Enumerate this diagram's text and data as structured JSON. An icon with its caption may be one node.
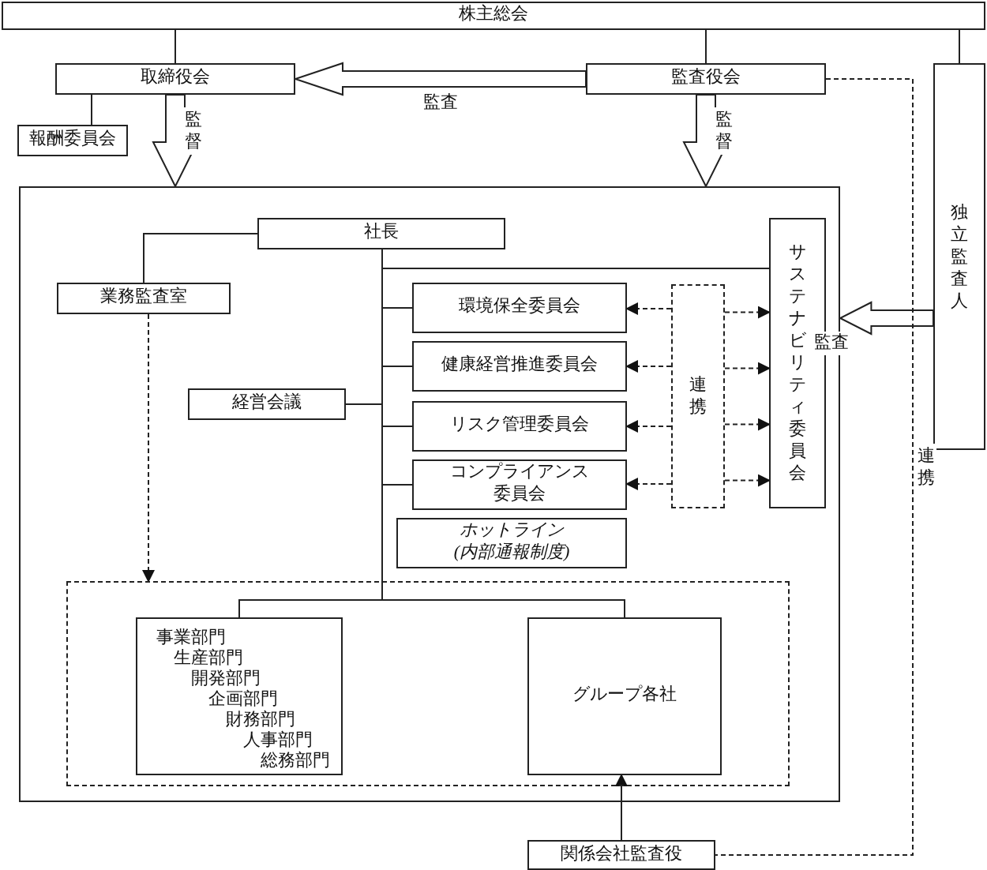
{
  "diagram": {
    "nodes": [
      {
        "text": [
          "株主総会"
        ]
      },
      {
        "text": [
          "取締役会"
        ]
      },
      {
        "text": [
          "監査役会"
        ]
      },
      {
        "text": [
          "報酬委員会"
        ]
      },
      {
        "text": [
          "独立監査人"
        ]
      },
      {
        "text": [],
        "shape": "box"
      },
      {
        "text": [
          "社長"
        ],
        "in": 5
      },
      {
        "text": [
          "業務監査室"
        ],
        "in": 5
      },
      {
        "text": [
          "経営会議"
        ],
        "in": 5
      },
      {
        "text": [
          "環境保全委員会"
        ],
        "in": 5
      },
      {
        "text": [
          "健康経営推進委員会"
        ],
        "in": 5
      },
      {
        "text": [
          "リスク管理委員会"
        ],
        "in": 5
      },
      {
        "text": [
          "コンプライアンス委員会"
        ],
        "in": 5
      },
      {
        "text": [
          "ホットライン(内部通報制度)"
        ],
        "in": 5
      },
      {
        "text": [
          "連携"
        ],
        "in": 5
      },
      {
        "text": [
          "サステナビリティ委員会"
        ],
        "in": 5
      },
      {
        "text": [],
        "shape": "box",
        "in": 5
      },
      {
        "text": [
          "事業部門",
          "生産部門",
          "開発部門",
          "企画部門",
          "財務部門",
          "人事部門",
          "総務部門"
        ],
        "in": 16
      },
      {
        "text": [
          "グループ各社"
        ],
        "in": 16
      },
      {
        "text": [
          "関係会社監査役"
        ]
      }
    ],
    "edges": [
      {
        "from": 0,
        "to": 1,
        "arrow": "none"
      },
      {
        "from": 0,
        "to": 2,
        "arrow": "none"
      },
      {
        "from": 0,
        "to": 4,
        "arrow": "none"
      },
      {
        "from": 2,
        "to": 1,
        "arrow": "to",
        "label": "監査",
        "style": "thick"
      },
      {
        "from": 1,
        "to": 3,
        "arrow": "none"
      },
      {
        "from": 1,
        "to": 5,
        "arrow": "to",
        "label": "監督",
        "style": "thick"
      },
      {
        "from": 2,
        "to": 5,
        "arrow": "to",
        "label": "監督",
        "style": "thick"
      },
      {
        "from": 4,
        "to": 5,
        "arrow": "to",
        "label": "監査",
        "style": "thick"
      },
      {
        "from": 2,
        "to": 19,
        "arrow": "none",
        "label": "連携",
        "style": "dashed"
      },
      {
        "from": 6,
        "to": 7,
        "arrow": "none"
      },
      {
        "from": 6,
        "to": 15,
        "arrow": "none"
      },
      {
        "from": 6,
        "to": 9,
        "arrow": "none"
      },
      {
        "from": 6,
        "to": 10,
        "arrow": "none"
      },
      {
        "from": 6,
        "to": 8,
        "arrow": "none"
      },
      {
        "from": 6,
        "to": 11,
        "arrow": "none"
      },
      {
        "from": 6,
        "to": 12,
        "arrow": "none"
      },
      {
        "from": 6,
        "to": 17,
        "arrow": "none"
      },
      {
        "from": 6,
        "to": 18,
        "arrow": "none"
      },
      {
        "from": 14,
        "to": 9,
        "arrow": "to",
        "style": "dashed"
      },
      {
        "from": 14,
        "to": 10,
        "arrow": "to",
        "style": "dashed"
      },
      {
        "from": 14,
        "to": 11,
        "arrow": "to",
        "style": "dashed"
      },
      {
        "from": 14,
        "to": 12,
        "arrow": "to",
        "style": "dashed"
      },
      {
        "from": 14,
        "to": 15,
        "arrow": "to",
        "style": "dashed"
      },
      {
        "from": 14,
        "to": 15,
        "arrow": "to",
        "style": "dashed"
      },
      {
        "from": 14,
        "to": 15,
        "arrow": "to",
        "style": "dashed"
      },
      {
        "from": 14,
        "to": 15,
        "arrow": "to",
        "style": "dashed"
      },
      {
        "from": 7,
        "to": 16,
        "arrow": "to",
        "style": "dashed"
      },
      {
        "from": 19,
        "to": 18,
        "arrow": "to"
      }
    ]
  }
}
